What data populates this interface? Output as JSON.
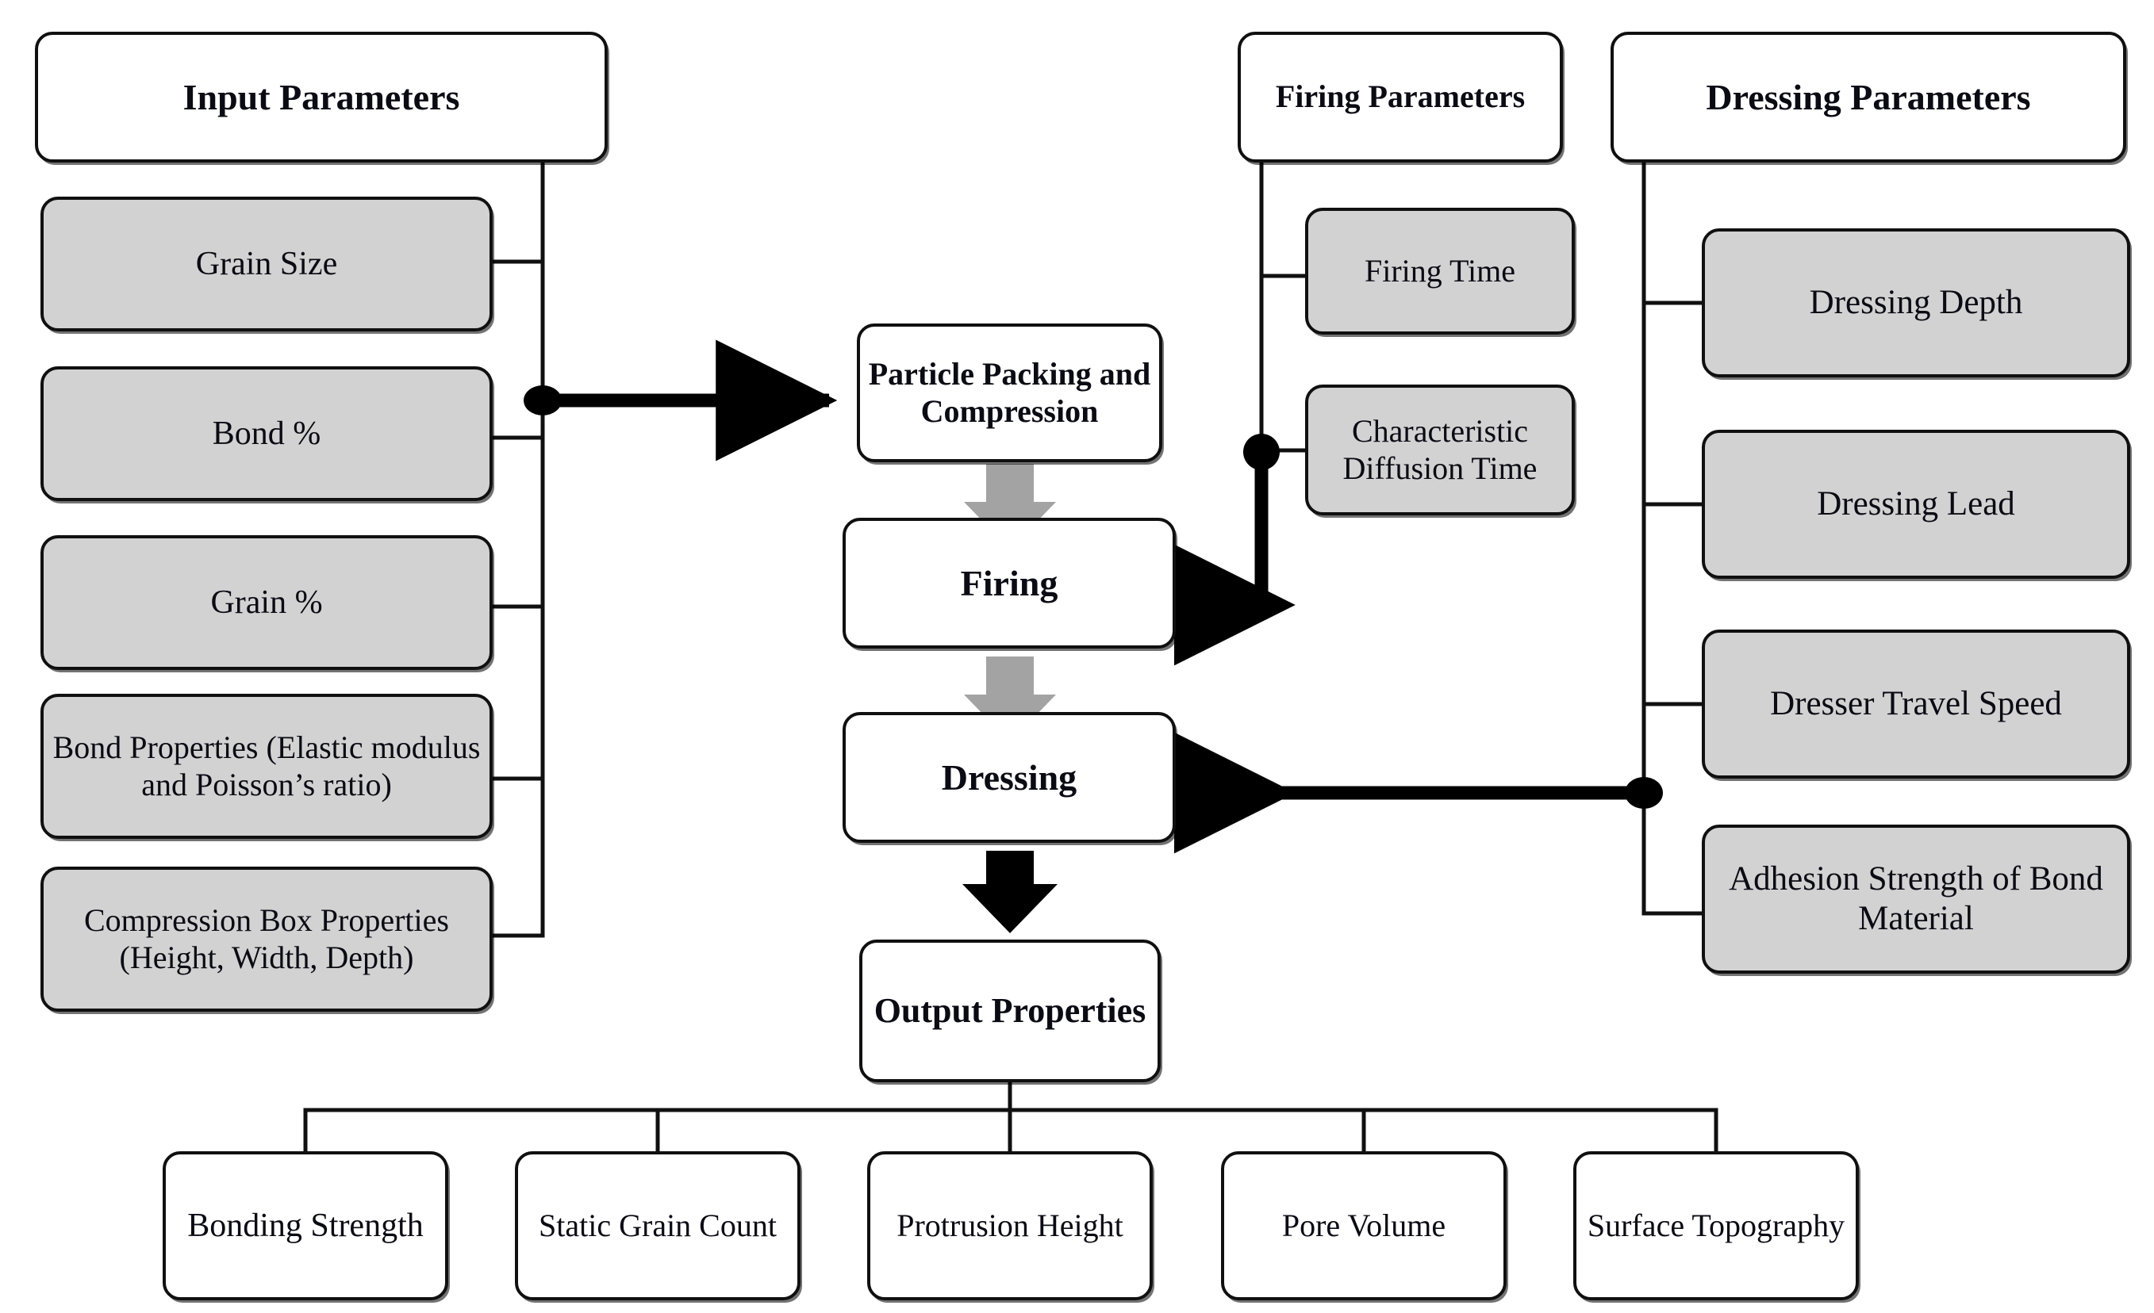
{
  "diagram": {
    "type": "flowchart",
    "title": "Grinding Wheel Modeling Process Flowchart",
    "colors": {
      "parameter_box_fill": "#d2d2d2",
      "stage_box_fill": "#ffffff",
      "outline": "#101010",
      "gray_arrow": "#a3a3a3",
      "black_arrow": "#000000",
      "background": "#ffffff"
    },
    "groups": {
      "input": {
        "header": "Input Parameters",
        "items": [
          {
            "label": "Grain Size"
          },
          {
            "label": "Bond %"
          },
          {
            "label": "Grain %"
          },
          {
            "label": "Bond Properties (Elastic modulus and Poisson’s ratio)"
          },
          {
            "label": "Compression Box Properties (Height, Width, Depth)"
          }
        ]
      },
      "firing": {
        "header": "Firing Parameters",
        "items": [
          {
            "label": "Firing Time"
          },
          {
            "label": "Characteristic Diffusion Time"
          }
        ]
      },
      "dressing": {
        "header": "Dressing Parameters",
        "items": [
          {
            "label": "Dressing Depth"
          },
          {
            "label": "Dressing Lead"
          },
          {
            "label": "Dresser Travel Speed"
          },
          {
            "label": "Adhesion Strength of Bond Material"
          }
        ]
      }
    },
    "process_stages": [
      {
        "label": "Particle Packing and Compression"
      },
      {
        "label": "Firing"
      },
      {
        "label": "Dressing"
      }
    ],
    "output": {
      "header": "Output Properties",
      "items": [
        {
          "label": "Bonding Strength"
        },
        {
          "label": "Static Grain Count"
        },
        {
          "label": "Protrusion Height"
        },
        {
          "label": "Pore Volume"
        },
        {
          "label": "Surface Topography"
        }
      ]
    },
    "connections": [
      {
        "from": "Input Parameters",
        "to": "Particle Packing and Compression",
        "style": "thick-arrow"
      },
      {
        "from": "Particle Packing and Compression",
        "to": "Firing",
        "style": "gray-arrow"
      },
      {
        "from": "Firing Parameters",
        "to": "Firing",
        "style": "thick-arrow"
      },
      {
        "from": "Firing",
        "to": "Dressing",
        "style": "gray-arrow"
      },
      {
        "from": "Dressing Parameters",
        "to": "Dressing",
        "style": "thick-arrow"
      },
      {
        "from": "Dressing",
        "to": "Output Properties",
        "style": "black-arrow"
      }
    ]
  }
}
